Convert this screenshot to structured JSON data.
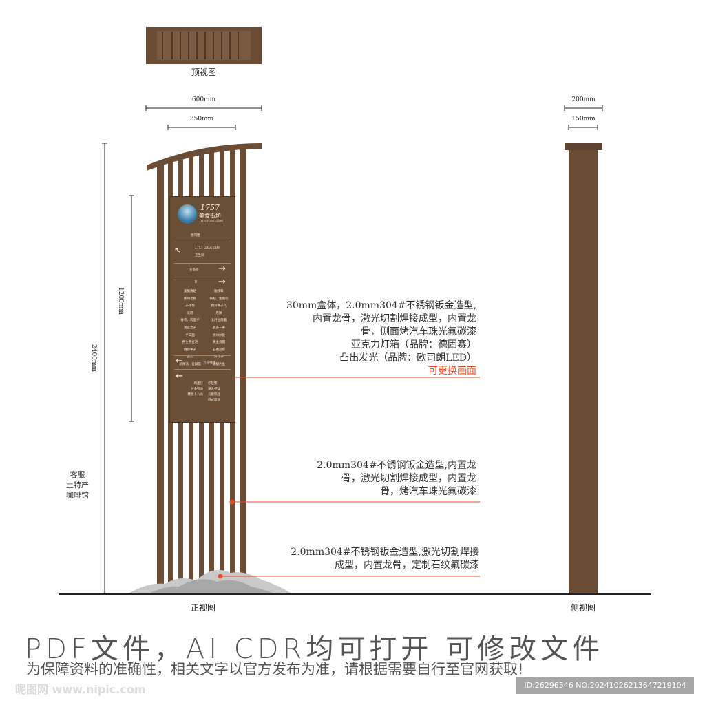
{
  "views": {
    "top": "顶视图",
    "front": "正视图",
    "side": "侧视图"
  },
  "dimensions": {
    "width_total": "600mm",
    "width_inner": "350mm",
    "height_total": "2400mm",
    "height_sign": "1200mm",
    "side_total": "200mm",
    "side_inner": "150mm"
  },
  "left_labels": [
    "客服",
    "土特产",
    "咖啡馆"
  ],
  "notes": {
    "lightbox": [
      "30mm盒体，2.0mm304#不锈钢钣金造型,",
      "内置龙骨，激光切割焊接成型，内置龙",
      "骨，侧面烤汽车珠光氟碳漆",
      "亚克力灯箱（品牌：德固赛）",
      "凸出发光（品牌：欧司朗LED）"
    ],
    "lightbox_red": "可更换画面",
    "slats": [
      "2.0mm304#不锈钢钣金造型,内置龙",
      "骨，激光切割焊接成型，内置龙",
      "骨，烤汽车珠光氟碳漆"
    ],
    "base": [
      "2.0mm304#不锈钢钣金造型,激光切割焊接",
      "成型，内置龙骨，定制石纹氟碳漆"
    ]
  },
  "sign": {
    "brand_number": "1757",
    "brand_name": "美食街坊",
    "brand_en": "1757 FOOD COURT",
    "item1": "德司捷",
    "cafe": "1757 Lotus cafe",
    "toilet": "卫生间",
    "bridge": "五香桥",
    "left_list": [
      "爱莫清粘",
      "扬州老鹅",
      "子孙坊",
      "米糕",
      "春卷、鸡蛋子",
      "富豆盒子",
      "手工面",
      "养生荞麦语",
      "糖炒栗子",
      "卤菜",
      "胡辣汤、豆腐脑"
    ],
    "right_list": [
      "脆炸料",
      "锅贴、生煎包",
      "糖炒栗子儿",
      "卷饼",
      "女胖豆腐脑",
      "西多三拳",
      "扬州炒饭",
      "黄金汤圆",
      "石磨豆腐",
      "鲜汤饼",
      "糖醋片鱼"
    ],
    "book": "万花书社",
    "bottom_left": [
      "鸡蛋仔",
      "N多鸭血",
      "韩觉十八爪"
    ],
    "bottom_right": [
      "虾饺堡",
      "黄金虾球",
      "儿童饮品",
      "韩式面饼"
    ]
  },
  "footer": {
    "line1": "PDF文件，AI  CDR均可打开  可修改文件",
    "line2": "为保障资料的准确性，相关文字以官方发布为准，请根据需要自行至官网获取!",
    "watermark": "昵图网 www.nipic.com",
    "id": "ID:26296546 NO:20241026213647219104"
  },
  "colors": {
    "brown": "#6b4d35",
    "accent": "#e8502a"
  }
}
